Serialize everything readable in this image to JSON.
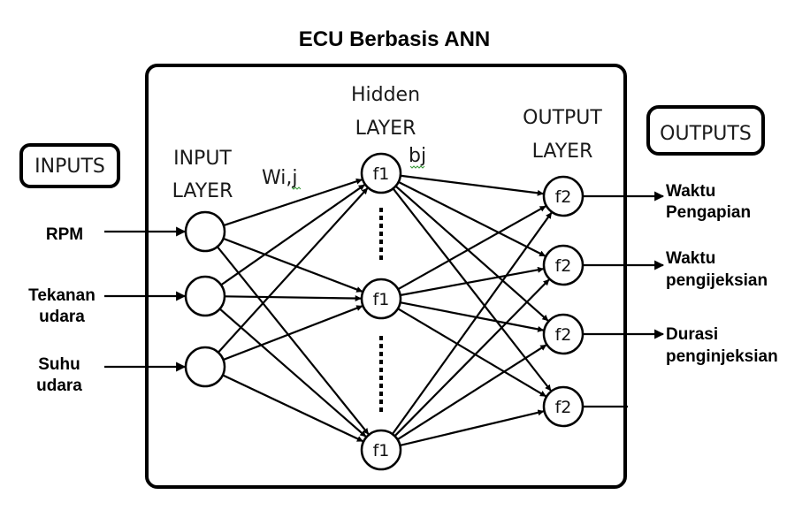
{
  "title": "ECU Berbasis ANN",
  "inputs_tag": "INPUTS",
  "outputs_tag": "OUTPUTS",
  "layers": {
    "input_layer": [
      "INPUT",
      "LAYER"
    ],
    "hidden_layer": [
      "Hidden",
      "LAYER"
    ],
    "output_layer": [
      "OUTPUT",
      "LAYER"
    ]
  },
  "weight_label": "Wi,j",
  "bias_label": "bj",
  "inputs": [
    {
      "lines": [
        "RPM"
      ]
    },
    {
      "lines": [
        "Tekanan",
        "udara"
      ]
    },
    {
      "lines": [
        "Suhu",
        "udara"
      ]
    }
  ],
  "hidden_nodes": [
    "f1",
    "f1",
    "f1"
  ],
  "output_nodes": [
    "f2",
    "f2",
    "f2",
    "f2"
  ],
  "outputs": [
    {
      "lines": [
        "Waktu",
        "Pengapian"
      ]
    },
    {
      "lines": [
        "Waktu",
        "pengijeksian"
      ]
    },
    {
      "lines": [
        "Durasi",
        "penginjeksian"
      ]
    },
    {
      "lines": []
    }
  ]
}
